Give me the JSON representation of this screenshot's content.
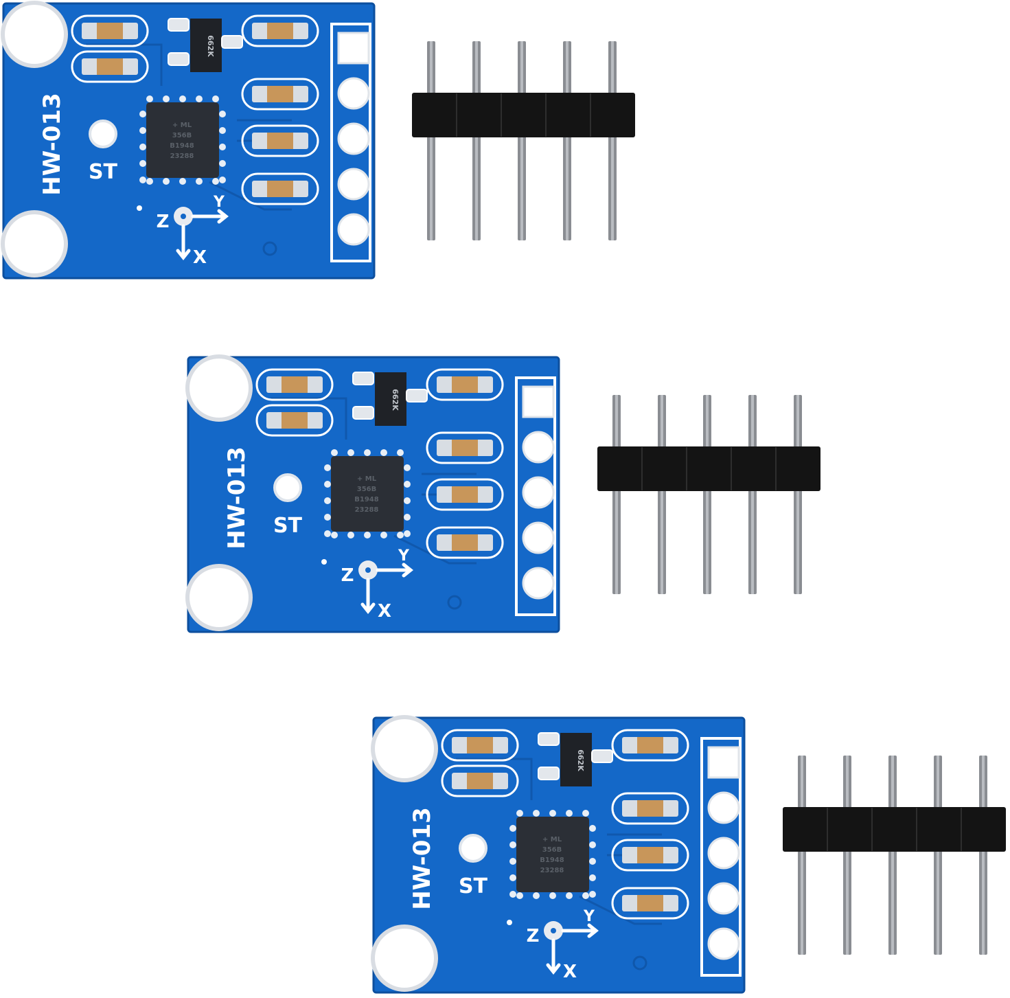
{
  "product": {
    "modules": [
      {
        "board_label": "HW-013",
        "self_test_label": "ST",
        "axis_labels": {
          "z": "Z",
          "y": "Y",
          "x": "X"
        },
        "ic_marking": [
          "+ ML",
          "356B",
          "B1948",
          "23288"
        ],
        "transistor_marking": "662K"
      },
      {
        "board_label": "HW-013",
        "self_test_label": "ST",
        "axis_labels": {
          "z": "Z",
          "y": "Y",
          "x": "X"
        },
        "ic_marking": [
          "+ ML",
          "356B",
          "B1948",
          "23288"
        ],
        "transistor_marking": "662K"
      },
      {
        "board_label": "HW-013",
        "self_test_label": "ST",
        "axis_labels": {
          "z": "Z",
          "y": "Y",
          "x": "X"
        },
        "ic_marking": [
          "+ ML",
          "356B",
          "B1948",
          "23288"
        ],
        "transistor_marking": "662K"
      }
    ],
    "pin_header": {
      "pin_count": 5
    },
    "colors": {
      "pcb_blue": "#1468c8",
      "pcb_edge": "#0d4f9e",
      "silkscreen": "#ffffff",
      "pad": "#e8eef5",
      "ic_body": "#2b2f36",
      "header_plastic": "#141414",
      "pin_metal": "#8a8d92",
      "background": "#ffffff"
    }
  }
}
